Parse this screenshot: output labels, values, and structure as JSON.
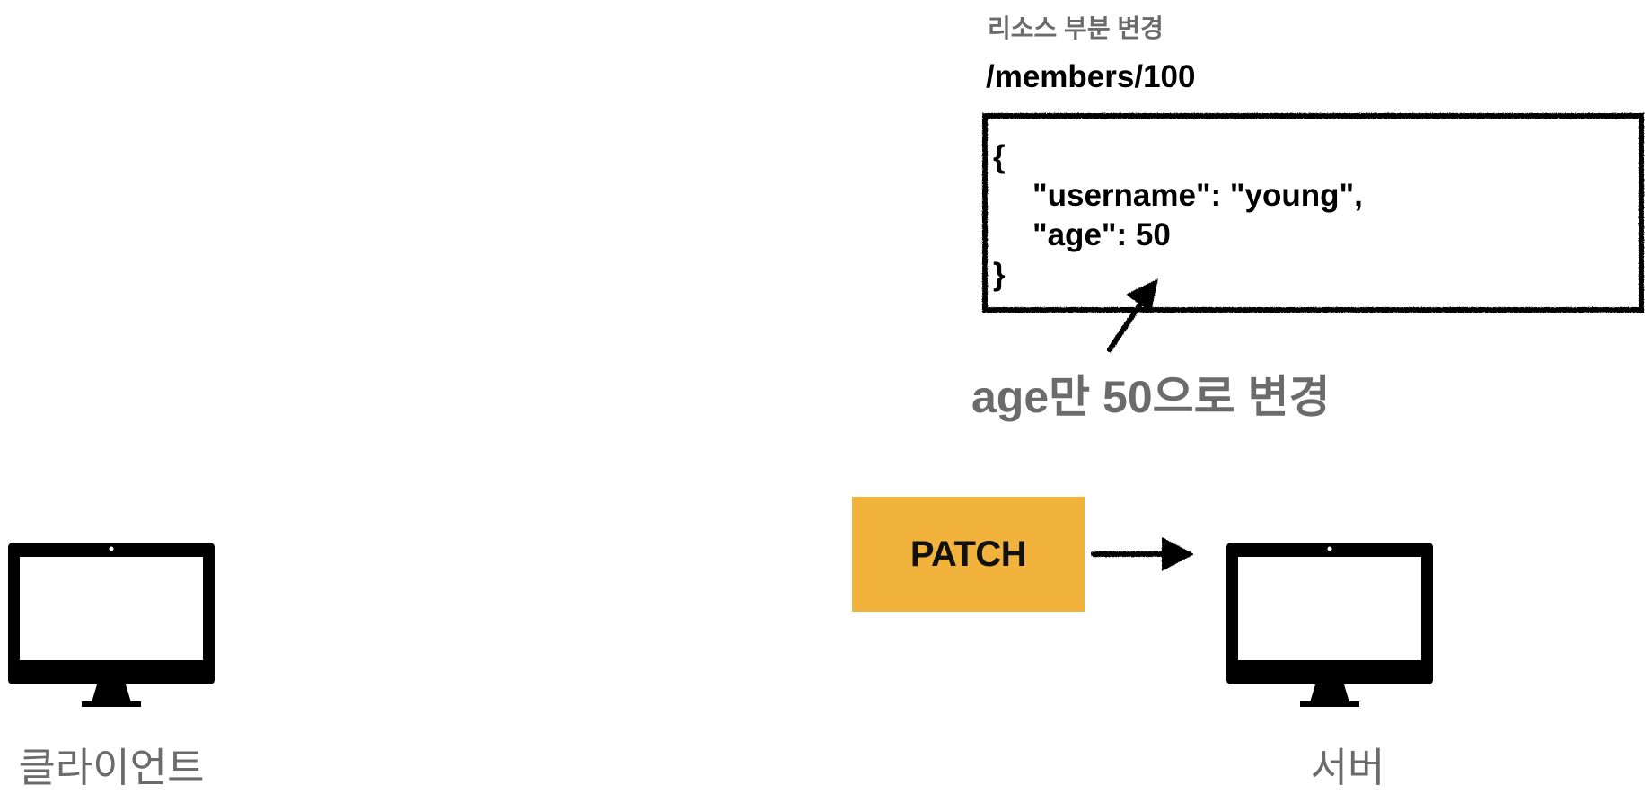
{
  "resource": {
    "caption": "리소스 부분 변경",
    "path": "/members/100",
    "body_lines": [
      "{",
      "\"username\": \"young\",",
      "\"age\": 50",
      "}"
    ]
  },
  "annotation": {
    "text": "age만 50으로 변경"
  },
  "request": {
    "method": "PATCH",
    "method_color": "#f2b33d"
  },
  "nodes": {
    "client": {
      "label": "클라이언트",
      "icon": "monitor-icon"
    },
    "server": {
      "label": "서버",
      "icon": "monitor-icon"
    }
  }
}
